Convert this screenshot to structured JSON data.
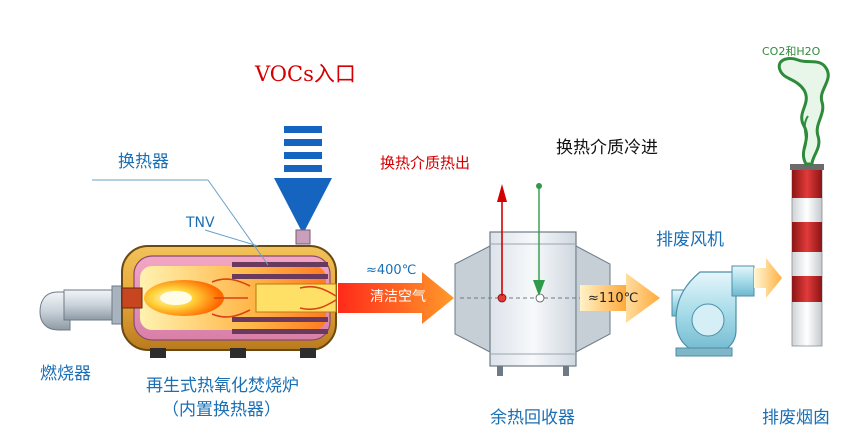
{
  "labels": {
    "vocs_inlet": "VOCs入口",
    "heat_exchanger": "换热器",
    "tnv": "TNV",
    "medium_hot_out": "换热介质热出",
    "medium_cold_in": "换热介质冷进",
    "temp_400": "≈400℃",
    "clean_air": "清洁空气",
    "temp_110": "≈110℃",
    "exhaust_fan": "排废风机",
    "co2_h2o": "CO2和H2O",
    "burner": "燃烧器",
    "oxidizer_line1": "再生式热氧化焚烧炉",
    "oxidizer_line2": "（内置换热器）",
    "waste_heat_recovery": "余热回收器",
    "exhaust_stack": "排废烟囱"
  },
  "colors": {
    "label_blue": "#1a6fb5",
    "label_red": "#d40000",
    "inlet_arrow": "#1565c0",
    "furnace_shell": "#e6a838",
    "flame": "#ff8a00",
    "chimney_red": "#c62828",
    "smoke": "#2e8b3a",
    "heat_arrow": "#ff8c1a"
  }
}
